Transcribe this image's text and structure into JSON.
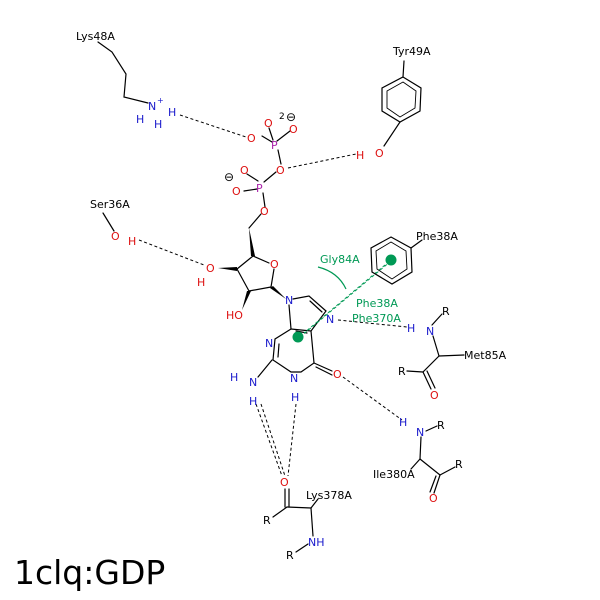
{
  "title": "1clq:GDP",
  "colors": {
    "carbon_bond": "#000000",
    "nitrogen": "#1a1acc",
    "oxygen": "#dd1111",
    "phosphorus": "#aa22aa",
    "pi_interaction": "#009955",
    "hbond": "#000000"
  },
  "residues": {
    "lys48": "Lys48A",
    "tyr49": "Tyr49A",
    "ser36": "Ser36A",
    "phe38_top": "Phe38A",
    "gly84": "Gly84A",
    "phe38_pi": "Phe38A",
    "phe370": "Phe370A",
    "met85": "Met85A",
    "ile380": "Ile380A",
    "lys378": "Lys378A"
  },
  "atoms": {
    "nh3_n": "N",
    "nh3_plus": "+",
    "nh3_h1": "H",
    "nh3_h2": "H",
    "nh3_h3": "H",
    "tyr_o": "O",
    "tyr_h": "H",
    "charge_2": "2",
    "charge_minus_1": "⊖",
    "charge_minus_2": "⊖",
    "p1": "P",
    "p1_o1": "O",
    "p1_o2": "O",
    "p1_o3": "O",
    "bridge_o": "O",
    "p2": "P",
    "p2_o1": "O",
    "p2_o2": "O",
    "o5": "O",
    "ser_o": "O",
    "ser_h": "H",
    "ring_o": "O",
    "o3": "O",
    "o3_h": "H",
    "o2": "HO",
    "n9": "N",
    "n7": "N",
    "n3": "N",
    "n1": "N",
    "n1_h": "H",
    "n2": "N",
    "n2_h1": "H",
    "n2_h2": "H",
    "o6": "O",
    "met_n": "N",
    "met_h": "H",
    "met_r1": "R",
    "met_r2": "R",
    "met_o": "O",
    "ile_n": "N",
    "ile_h": "H",
    "ile_r1": "R",
    "ile_r2": "R",
    "ile_o": "O",
    "lys_o": "O",
    "lys_r1": "R",
    "lys_n": "NH",
    "lys_r2": "R"
  }
}
